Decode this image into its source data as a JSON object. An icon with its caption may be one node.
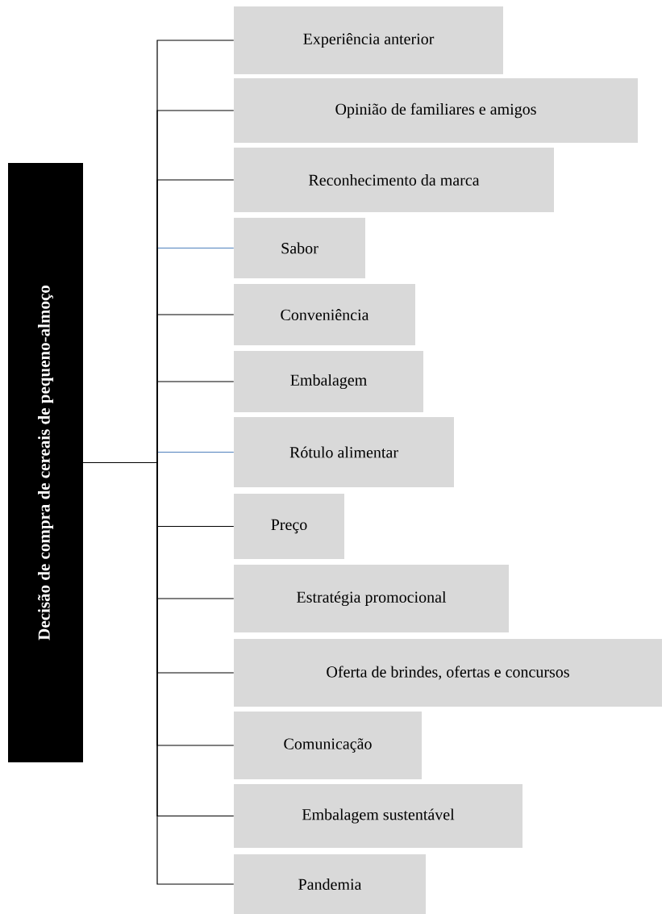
{
  "diagram": {
    "nodes": [
      {
        "text": [
          "Decisão de compra de cereais de pequeno-almoço"
        ]
      },
      {
        "text": [
          "Experiência anterior"
        ]
      },
      {
        "text": [
          "Opinião de familiares e amigos"
        ]
      },
      {
        "text": [
          "Reconhecimento da marca"
        ]
      },
      {
        "text": [
          "Sabor"
        ]
      },
      {
        "text": [
          "Conveniência"
        ]
      },
      {
        "text": [
          "Embalagem"
        ]
      },
      {
        "text": [
          "Rótulo alimentar"
        ]
      },
      {
        "text": [
          "Preço"
        ]
      },
      {
        "text": [
          "Estratégia promocional"
        ]
      },
      {
        "text": [
          "Oferta de brindes, ofertas e concursos"
        ]
      },
      {
        "text": [
          "Comunicação"
        ]
      },
      {
        "text": [
          "Embalagem sustentável"
        ]
      },
      {
        "text": [
          "Pandemia"
        ]
      }
    ],
    "edges": [
      {
        "from": 0,
        "to": 1,
        "arrow": "none"
      },
      {
        "from": 0,
        "to": 2,
        "arrow": "none"
      },
      {
        "from": 0,
        "to": 3,
        "arrow": "none"
      },
      {
        "from": 0,
        "to": 4,
        "arrow": "none",
        "color": "#4f81bd"
      },
      {
        "from": 0,
        "to": 5,
        "arrow": "none"
      },
      {
        "from": 0,
        "to": 6,
        "arrow": "none"
      },
      {
        "from": 0,
        "to": 7,
        "arrow": "none",
        "color": "#4f81bd"
      },
      {
        "from": 0,
        "to": 8,
        "arrow": "none"
      },
      {
        "from": 0,
        "to": 9,
        "arrow": "none"
      },
      {
        "from": 0,
        "to": 10,
        "arrow": "none"
      },
      {
        "from": 0,
        "to": 11,
        "arrow": "none"
      },
      {
        "from": 0,
        "to": 12,
        "arrow": "none"
      },
      {
        "from": 0,
        "to": 13,
        "arrow": "none"
      }
    ]
  }
}
